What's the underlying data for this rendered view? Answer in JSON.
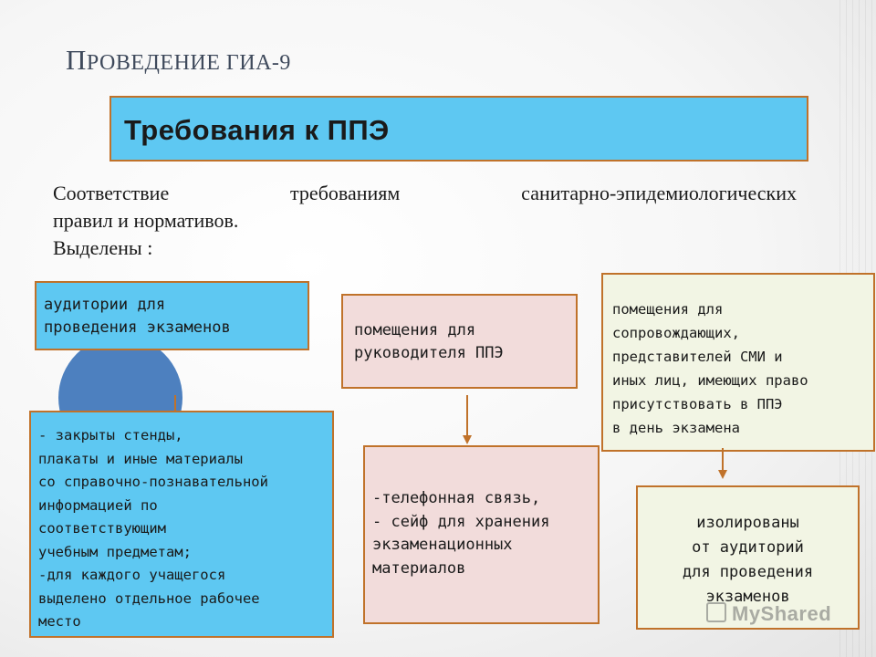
{
  "slide": {
    "heading_first_letter": "П",
    "heading_rest": "РОВЕДЕНИЕ ГИА-9",
    "requirements_title": "Требования к ППЭ",
    "intro_w1": "Соответствие",
    "intro_w2": "требованиям",
    "intro_w3": "санитарно-эпидемиологических",
    "intro_line2": "правил и нормативов.",
    "intro_line3": "Выделены :"
  },
  "boxes": {
    "auditoriums": "аудитории для\nпроведения экзаменов",
    "auditoriums_details": "- закрыты стенды,\nплакаты и иные материалы\nсо справочно-познавательной\nинформацией по\nсоответствующим\nучебным предметам;\n-для каждого учащегося\nвыделено отдельное рабочее\nместо",
    "head_rooms": "помещения для\nруководителя ППЭ",
    "head_rooms_details": "-телефонная связь,\n- сейф для хранения\nэкзаменационных\nматериалов",
    "escort_rooms": "помещения для\nсопровождающих,\nпредставителей СМИ  и\nиных лиц, имеющих право\nприсутствовать  в ППЭ\nв день экзамена",
    "escort_rooms_details": "изолированы\nот аудиторий\nдля проведения\nэкзаменов"
  },
  "watermark": {
    "text": "MyShared"
  },
  "colors": {
    "box_blue": "#5ec8f2",
    "box_pink": "#f2dcdb",
    "box_cream": "#f2f5e4",
    "border_orange": "#c0722a",
    "circle_blue": "#4d80bf",
    "heading": "#3f4a5c"
  }
}
